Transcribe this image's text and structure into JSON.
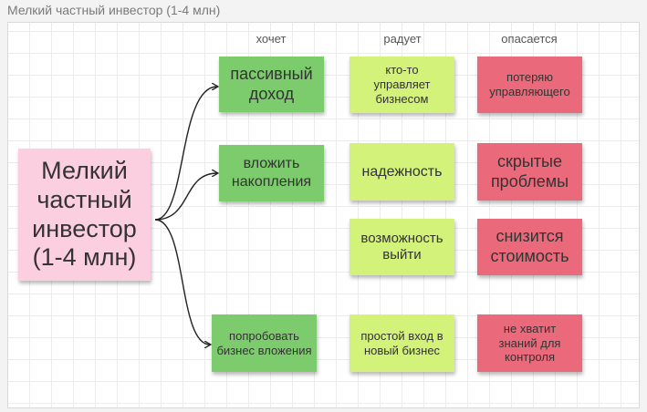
{
  "frame": {
    "title": "Мелкий частный инвестор (1-4 млн)"
  },
  "columns": {
    "wants": "хочет",
    "pleases": "радует",
    "fears": "опасается"
  },
  "main_note": {
    "text": "Мелкий частный инвестор (1-4 млн)",
    "color": "#fccfe0"
  },
  "wants": [
    {
      "text": "пассивный доход",
      "color": "#7ccb6c"
    },
    {
      "text": "вложить накопления",
      "color": "#7ccb6c"
    },
    {
      "text": "попробовать бизнес вложения",
      "color": "#7ccb6c"
    }
  ],
  "pleases": [
    {
      "text": "кто-то управляет бизнесом",
      "color": "#d3f27a"
    },
    {
      "text": "надежность",
      "color": "#d3f27a"
    },
    {
      "text": "возможность выйти",
      "color": "#d3f27a"
    },
    {
      "text": "простой вход в новый бизнес",
      "color": "#d3f27a"
    }
  ],
  "fears": [
    {
      "text": "потеряю управляющего",
      "color": "#ea6a7b"
    },
    {
      "text": "скрытые проблемы",
      "color": "#ea6a7b"
    },
    {
      "text": "снизится стоимость",
      "color": "#ea6a7b"
    },
    {
      "text": "не хватит знаний для контроля",
      "color": "#ea6a7b"
    }
  ]
}
